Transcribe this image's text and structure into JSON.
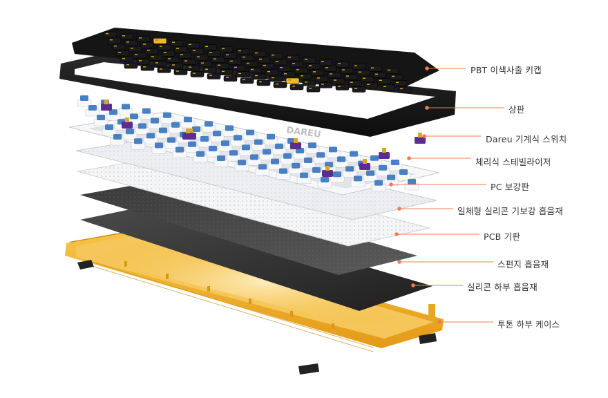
{
  "brand": "DAREU",
  "colors": {
    "accent": "#f37a4f",
    "keycap": "#1b1b1b",
    "legend": "#d9a52b",
    "case_yellow": "#f2b62c",
    "switch_blue": "#4a7fc1",
    "stabilizer_purple": "#5a2d91",
    "plate_white": "#f2f3f5",
    "foam_gray": "#6e6e6e"
  },
  "layers": [
    {
      "label": "PBT  이색사출 키캡"
    },
    {
      "label": "상판"
    },
    {
      "label": "Dareu 기계식 스위치"
    },
    {
      "label": "체리식 스테빌라이저"
    },
    {
      "label": "PC 보강판"
    },
    {
      "label": "일체형 실리콘 기보강 흡음재"
    },
    {
      "label": "PCB 기판"
    },
    {
      "label": "스펀지 흡음재"
    },
    {
      "label": "실리콘 하부 흡음재"
    },
    {
      "label": "투톤 하부 케이스"
    }
  ]
}
